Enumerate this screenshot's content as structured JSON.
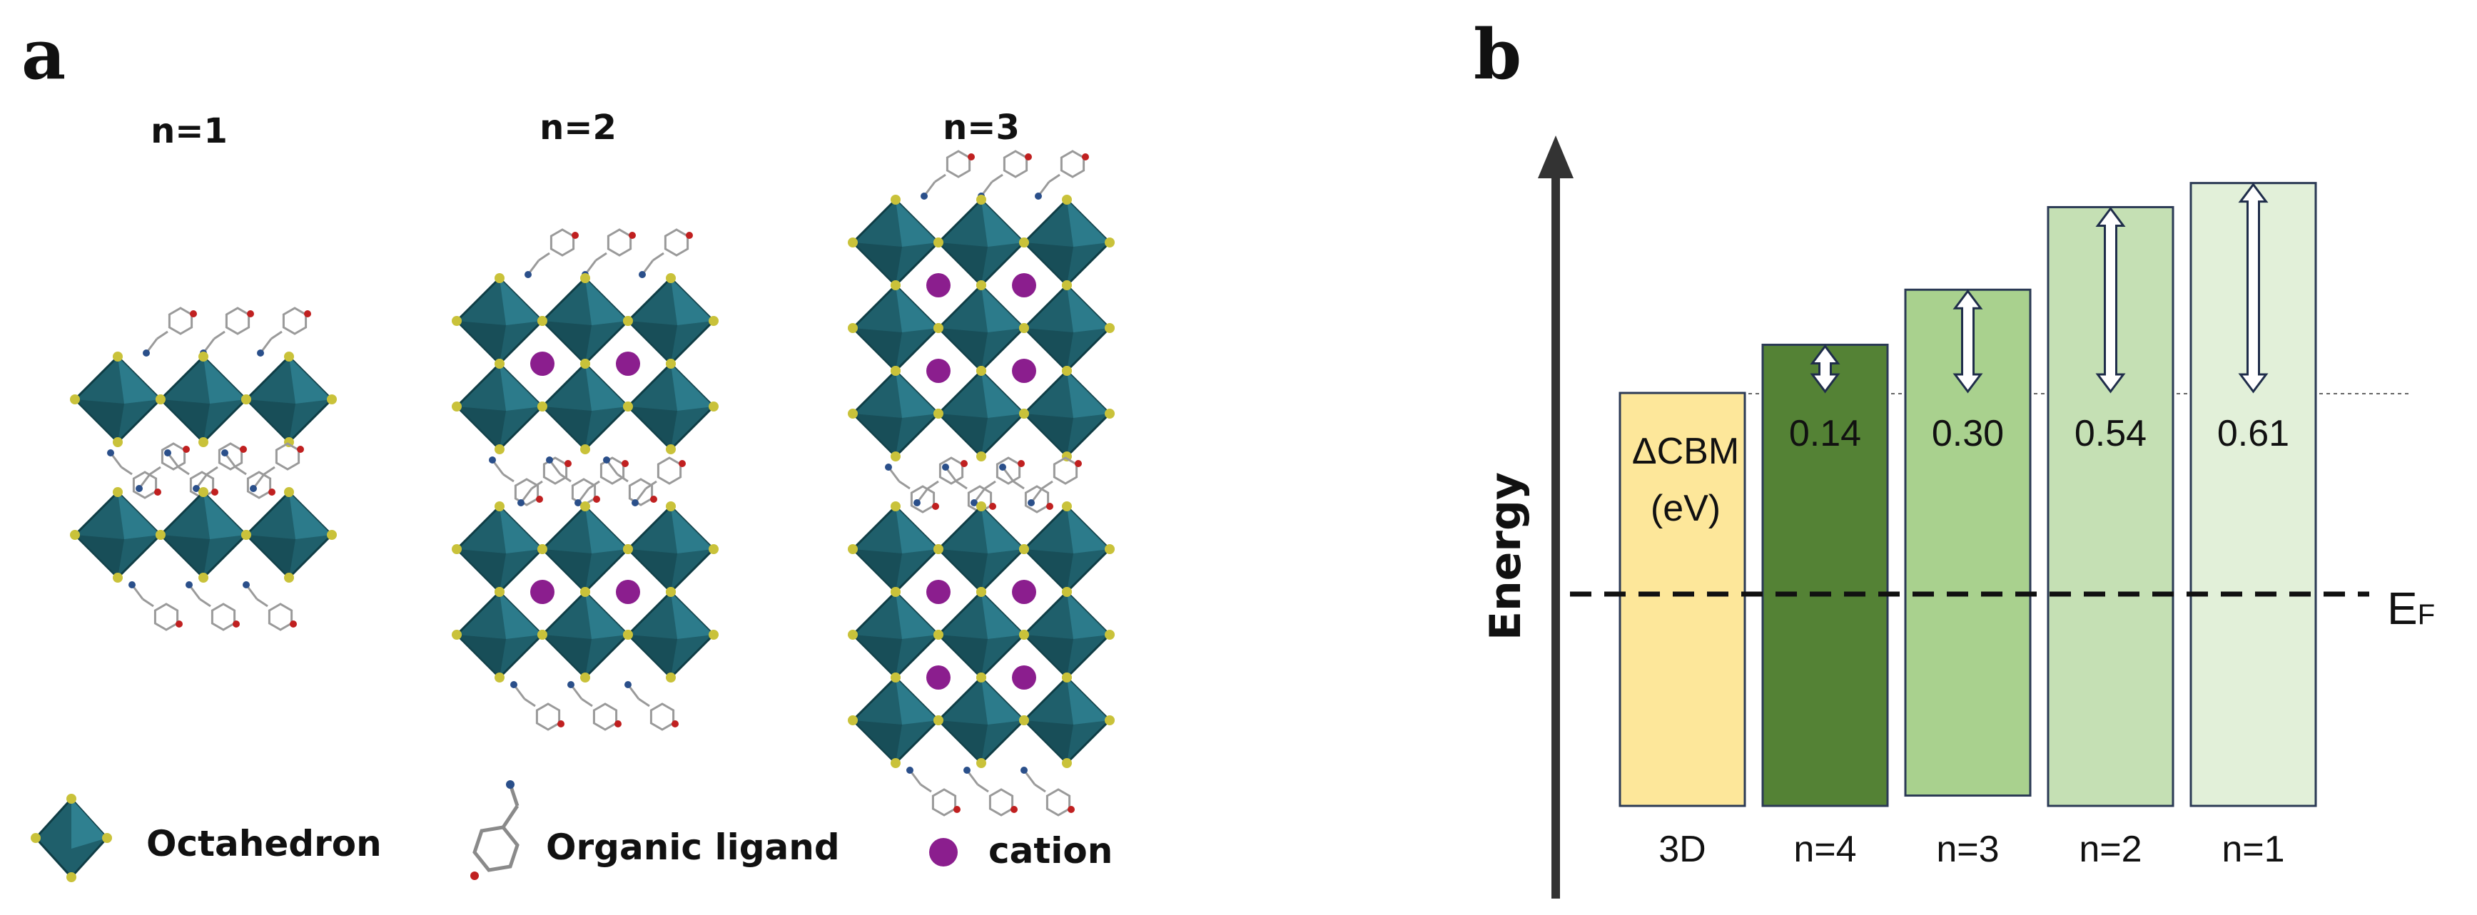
{
  "panel_a": {
    "label": "a",
    "structures": [
      {
        "label": "n=1",
        "layers": 1
      },
      {
        "label": "n=2",
        "layers": 2
      },
      {
        "label": "n=3",
        "layers": 3
      }
    ],
    "legend": {
      "octahedron": "Octahedron",
      "ligand": "Organic ligand",
      "cation": "cation"
    },
    "colors": {
      "octahedron": "#1f5f6b",
      "octahedron_light": "#2f8090",
      "corner": "#c9c23a",
      "cation": "#8b1e8e",
      "ligand": "#9a9a9a"
    }
  },
  "panel_b": {
    "label": "b",
    "axis_label": "Energy",
    "ef_label": "EF",
    "bar_note_line1": "ΔCBM",
    "bar_note_line2": "(eV)",
    "chart_data": {
      "type": "bar",
      "categories": [
        "3D",
        "n=4",
        "n=3",
        "n=2",
        "n=1"
      ],
      "delta_cbm": [
        0,
        0.14,
        0.3,
        0.54,
        0.61
      ],
      "value_labels": [
        "",
        "0.14",
        "0.30",
        "0.54",
        "0.61"
      ],
      "colors": [
        "#fde79a",
        "#548235",
        "#a9d18e",
        "#c5e0b4",
        "#e2f0d9"
      ],
      "ylim": [
        -1.2,
        0.8
      ]
    }
  }
}
